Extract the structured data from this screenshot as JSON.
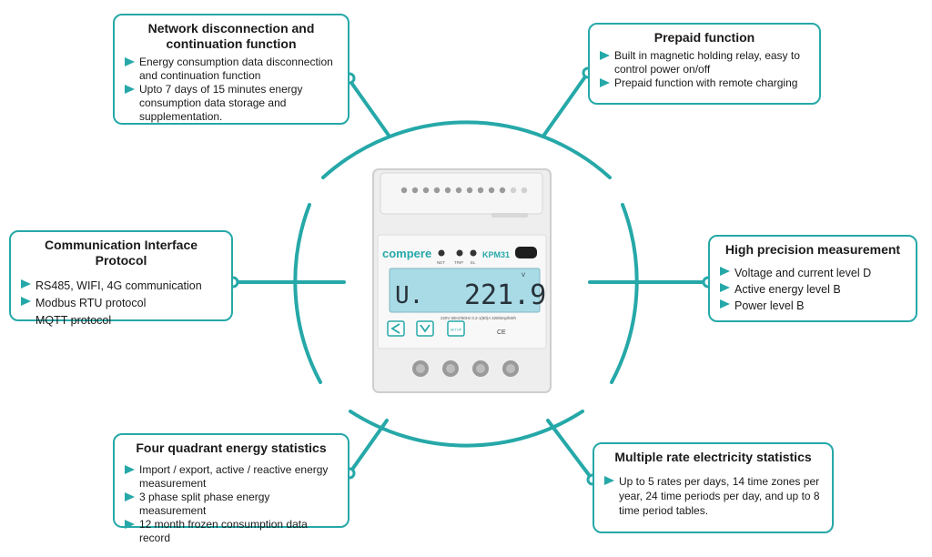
{
  "colors": {
    "accent": "#26a8a8",
    "lcd": "#a9dbe6",
    "meter_body": "#f0f0f0"
  },
  "boxes": {
    "network": {
      "title": "Network disconnection and continuation function",
      "items": [
        "Energy consumption data disconnection and continuation function",
        "Upto 7 days of 15 minutes energy consumption data storage and supplementation."
      ]
    },
    "prepaid": {
      "title": "Prepaid function",
      "items": [
        "Built in magnetic holding relay, easy to control power on/off",
        "Prepaid function with remote charging"
      ]
    },
    "comm": {
      "title": "Communication Interface Protocol",
      "items": [
        "RS485, WIFI, 4G communication",
        "Modbus RTU protocol",
        "MQTT protocol"
      ]
    },
    "precision": {
      "title": "High precision measurement",
      "items": [
        "Voltage and current level D",
        "Active energy level B",
        "Power level B"
      ]
    },
    "fourq": {
      "title": "Four quadrant energy statistics",
      "items": [
        "Import / export, active / reactive energy measurement",
        "3 phase split phase energy measurement",
        "12 month frozen consumption data record"
      ]
    },
    "rate": {
      "title": "Multiple rate electricity statistics",
      "items": [
        "Up to 5 rates per days, 14 time zones per year, 24 time periods per day, and up to 8 time period tables."
      ]
    }
  },
  "meter": {
    "brand": "compere",
    "model": "KPM31",
    "lcd_left": "U.",
    "lcd_value": "221.9",
    "lcd_unit": "V",
    "indicators": [
      "NET",
      "TRIP",
      "EL"
    ],
    "spec": "220V 50Hz/60Hz 0.2-1(80)A 3200imp/kWh",
    "set_label": "SETUP"
  }
}
